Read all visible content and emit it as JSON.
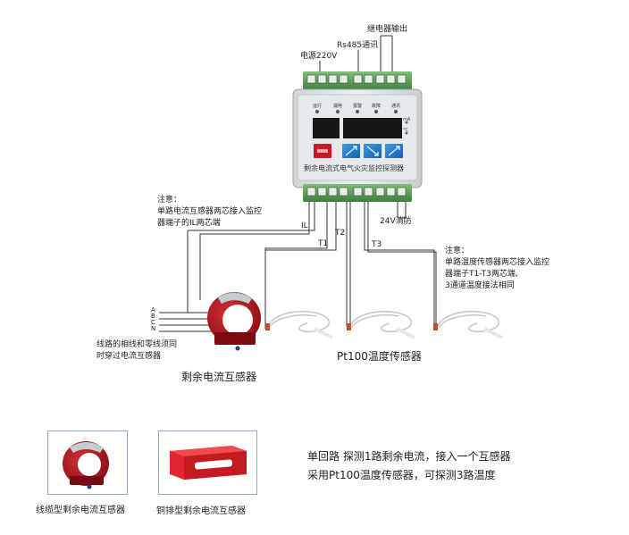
{
  "terminals_top": {
    "power": "电源220V",
    "rs485": "Rs485通讯",
    "relay": "继电器输出"
  },
  "device": {
    "indicators": [
      "运行",
      "漏电",
      "报警",
      "故障",
      "通讯"
    ],
    "units": [
      "mA",
      "°C"
    ],
    "nameplate": "剩余电流式电气火灾监控探测器"
  },
  "terminals_bottom": {
    "il": "IL",
    "t1": "T1",
    "t2": "T2",
    "t3": "T3",
    "dc24": "24V消防"
  },
  "note_current": {
    "title": "注意：",
    "lines": [
      "单路电流互感器两芯接入监控",
      "器端子的IL两芯端"
    ]
  },
  "note_temp": {
    "title": "注意：",
    "lines": [
      "单路温度传感器两芯接入监控",
      "器端子T1-T3两芯端,",
      "3通道温度接法相同"
    ]
  },
  "phase_labels": [
    "A",
    "B",
    "C",
    "N"
  ],
  "line_note": [
    "线路的相线和零线须同",
    "时穿过电流互感器"
  ],
  "ct_caption": "剩余电流互感器",
  "pt100_caption": "Pt100温度传感器",
  "thumb_cable": "线缆型剩余电流互感器",
  "thumb_busbar": "铜排型剩余电流互感器",
  "description": [
    "单回路 探测1路剩余电流，接入一个互感器",
    "采用Pt100温度传感器，可探测3路温度"
  ],
  "colors": {
    "ct_red": "#b0121c",
    "busbar_red": "#e0262e",
    "device_body": "#dfe3e7",
    "terminal_green": "#5c9a5a",
    "wire": "#333333"
  }
}
